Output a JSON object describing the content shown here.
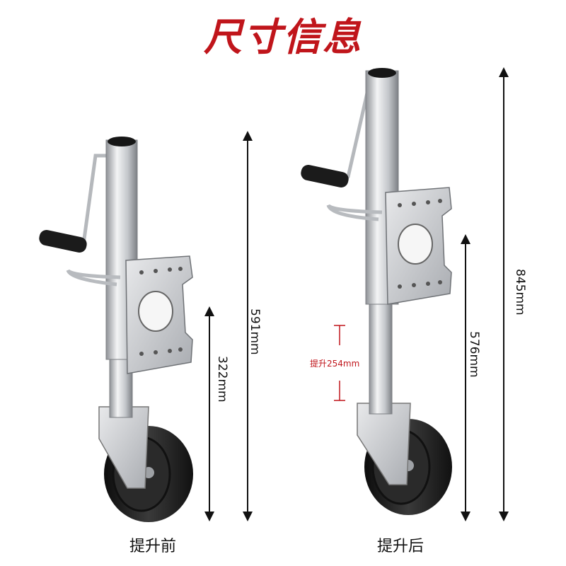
{
  "title": "尺寸信息",
  "colors": {
    "title": "#c0151b",
    "lift_marker": "#c0151b",
    "steel": "#c7c9cc",
    "wheel": "#1f1f1f",
    "dimension_line": "#111111"
  },
  "left_jack": {
    "caption": "提升前",
    "dimensions": [
      {
        "label": "322mm"
      },
      {
        "label": "591mm"
      }
    ]
  },
  "right_jack": {
    "caption": "提升后",
    "lift_label": "提升254mm",
    "dimensions": [
      {
        "label": "576mm"
      },
      {
        "label": "845mm"
      }
    ]
  }
}
